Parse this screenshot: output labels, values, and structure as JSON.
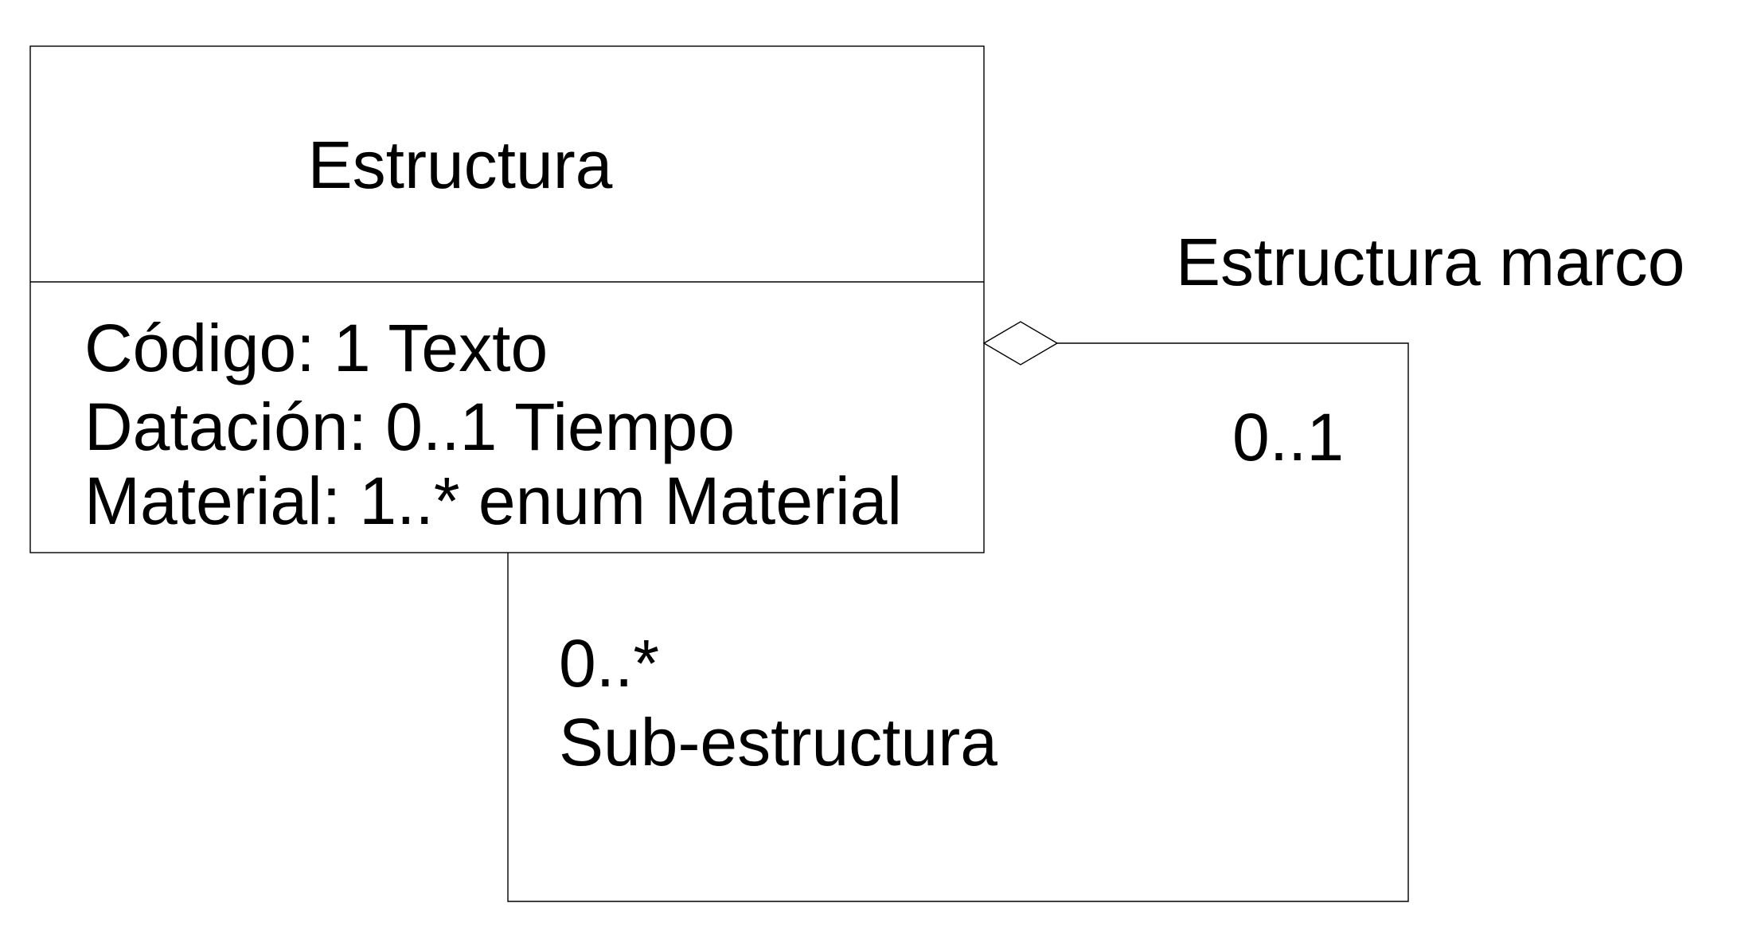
{
  "class": {
    "name": "Estructura",
    "attributes": [
      "Código: 1 Texto",
      "Datación: 0..1 Tiempo",
      "Material: 1..* enum Material"
    ]
  },
  "association": {
    "role_parent": "Estructura marco",
    "multiplicity_parent": "0..1",
    "multiplicity_child": "0..*",
    "role_child": "Sub-estructura"
  },
  "colors": {
    "line": "#000000",
    "background": "#ffffff",
    "text": "#000000"
  }
}
